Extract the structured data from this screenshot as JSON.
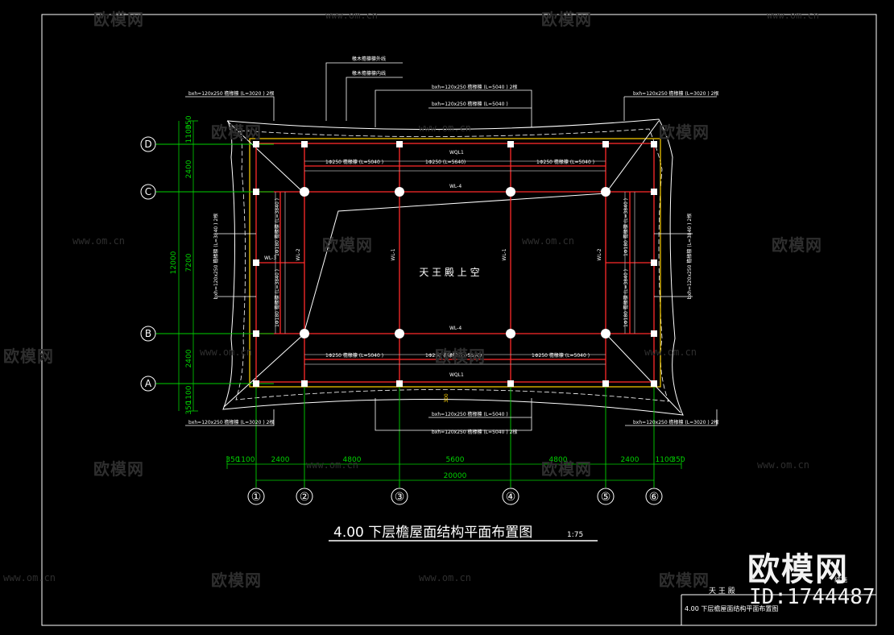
{
  "colors": {
    "background": "#000000",
    "axis": "#00d200",
    "beam": "#ff2a2a",
    "eave": "#ffd200",
    "outline": "#ffffff",
    "dim": "#00d200"
  },
  "drawing": {
    "title": "4.00 下层檐屋面结构平面布置图",
    "scale": "1:75",
    "center_label": "天 王 殿 上 空",
    "title_block": {
      "project": "天 王 殿",
      "sheet_title": "4.00 下层檐屋面结构平面布置图",
      "sheet_no": "结施"
    }
  },
  "axes": {
    "columns": [
      "①",
      "②",
      "③",
      "④",
      "⑤",
      "⑥"
    ],
    "rows": [
      "D",
      "C",
      "B",
      "A"
    ]
  },
  "dimensions": {
    "bottom": [
      "350",
      "1100",
      "2400",
      "4800",
      "5600",
      "4800",
      "2400",
      "1100",
      "350"
    ],
    "bottom_total": "20000",
    "left": [
      "350",
      "1100",
      "2400",
      "7200",
      "2400",
      "1100",
      "350"
    ],
    "left_total": "12000"
  },
  "annotations": {
    "top_leader_1": "椽木檐檩檩外线",
    "top_leader_2": "椽木檐檩檩内线",
    "corner_beam_tl": "bxh=120x250 檐椽檩  (L=3020 )  2根",
    "corner_beam_tr": "bxh=120x250 檐椽檩  (L=3020 )  2根",
    "corner_beam_bl": "bxh=120x250 檐椽檩  (L=3020 )  2根",
    "corner_beam_br": "bxh=120x250 檐椽檩  (L=3020 )  2根",
    "top_eave_1": "bxh=120x250 檐椽檩  (L=5040 )  2根",
    "top_eave_2": "bxh=120x250 檐椽檩  (L=5040 )",
    "bottom_eave_1": "bxh=120x250 檐椽檩  (L=5040 )",
    "bottom_eave_2": "bxh=120x250 檐椽檩  (L=5040 )  2根",
    "side_left": "bxh=120x250 檐椽檩  (L=3840 )  2根",
    "side_right": "bxh=120x250 檐椽檩  (L=3840 )  2根",
    "beam_WQL1_top": "WQL1",
    "beam_WQL1_bottom": "WQL1",
    "beam_WL4_top": "WL-4",
    "beam_WL4_bottom": "WL-4",
    "beam_WL1_a": "WL-1",
    "beam_WL1_b": "WL-1",
    "beam_WL2_left": "WL-2",
    "beam_WL2_right": "WL-2",
    "beam_WL3": "WL-3",
    "purlin_top_1": "1Φ250 檐椽檩  (L=5040 )",
    "purlin_top_2": "1Φ250  (L=5640)",
    "purlin_top_3": "1Φ250 檐椽檩  (L=5040 )",
    "purlin_bottom_1": "1Φ250 檐椽檩  (L=5040 )",
    "purlin_bottom_2": "1Φ250 檐椽檩  (L=5640)",
    "purlin_bottom_3": "1Φ250 檐椽檩  (L=5040 )",
    "purlin_left_1": "1Φ180 檐椽檩  (L=3840 )",
    "purlin_left_2": "1Φ180 檐椽檩  (L=3840 )",
    "purlin_right_1": "1Φ180 檐椽檩  (L=3840 )",
    "purlin_right_2": "1Φ180 檐椽檩  (L=3840 )",
    "dim_300": "300"
  },
  "watermarks": {
    "brand": "欧模网",
    "url": "www.om.cn",
    "id": "ID:1744487"
  }
}
